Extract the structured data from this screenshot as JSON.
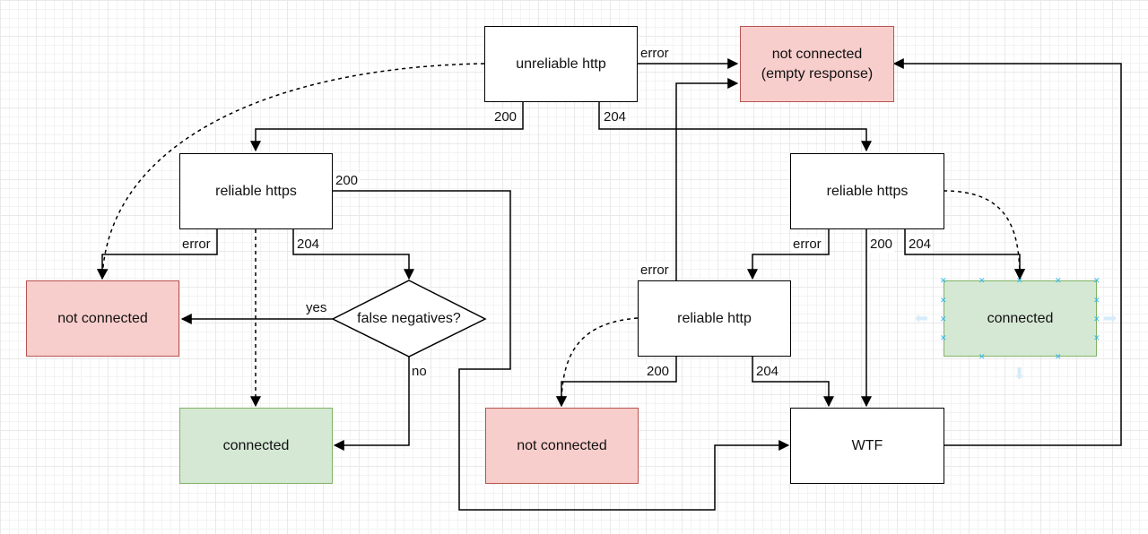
{
  "nodes": {
    "unreliable_http": "unreliable http",
    "top_not_connected_line1": "not connected",
    "top_not_connected_line2": "(empty response)",
    "reliable_https_left": "reliable https",
    "reliable_https_right": "reliable https",
    "not_connected_left": "not connected",
    "false_negatives": "false negatives?",
    "connected_left": "connected",
    "reliable_http": "reliable http",
    "connected_right": "connected",
    "not_connected_bottom": "not connected",
    "wtf": "WTF"
  },
  "edge_labels": {
    "e_error_top": "error",
    "e_200_top": "200",
    "e_204_top": "204",
    "e_200_https_left": "200",
    "e_error_https_left": "error",
    "e_204_https_left": "204",
    "e_yes": "yes",
    "e_no": "no",
    "e_error_https_right": "error",
    "e_200_https_right": "200",
    "e_204_https_right": "204",
    "e_error_http": "error",
    "e_200_http": "200",
    "e_204_http": "204"
  },
  "colors": {
    "red_fill": "#f8cecc",
    "red_stroke": "#b85450",
    "green_fill": "#d5e8d4",
    "green_stroke": "#82b366",
    "selection_handles": "#29b6f2"
  }
}
